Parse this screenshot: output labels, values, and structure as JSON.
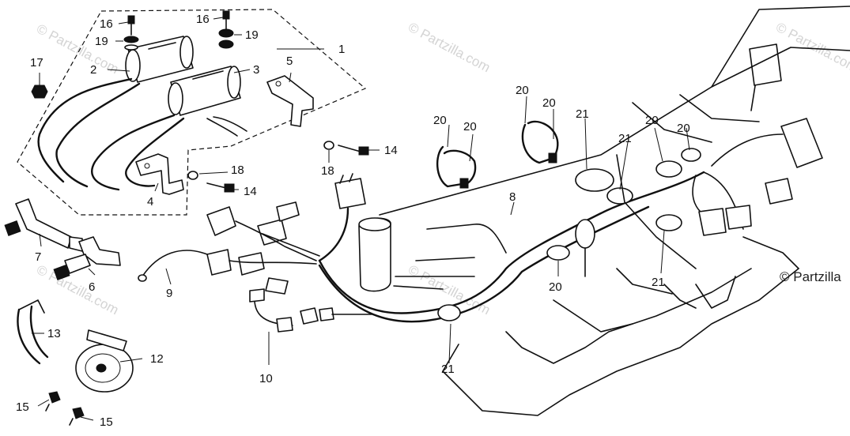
{
  "watermark": "© Partzilla.com",
  "copyright": "© Partzilla",
  "callouts": {
    "c1": "1",
    "c2": "2",
    "c3": "3",
    "c4": "4",
    "c5": "5",
    "c6": "6",
    "c7": "7",
    "c8": "8",
    "c9": "9",
    "c10": "10",
    "c12": "12",
    "c13": "13",
    "c14a": "14",
    "c14b": "14",
    "c15a": "15",
    "c15b": "15",
    "c16a": "16",
    "c16b": "16",
    "c17": "17",
    "c18a": "18",
    "c18b": "18",
    "c19a": "19",
    "c19b": "19",
    "c20a": "20",
    "c20b": "20",
    "c20c": "20",
    "c20d": "20",
    "c20e": "20",
    "c20f": "20",
    "c20g": "20",
    "c21a": "21",
    "c21b": "21",
    "c21c": "21",
    "c21d": "21"
  }
}
